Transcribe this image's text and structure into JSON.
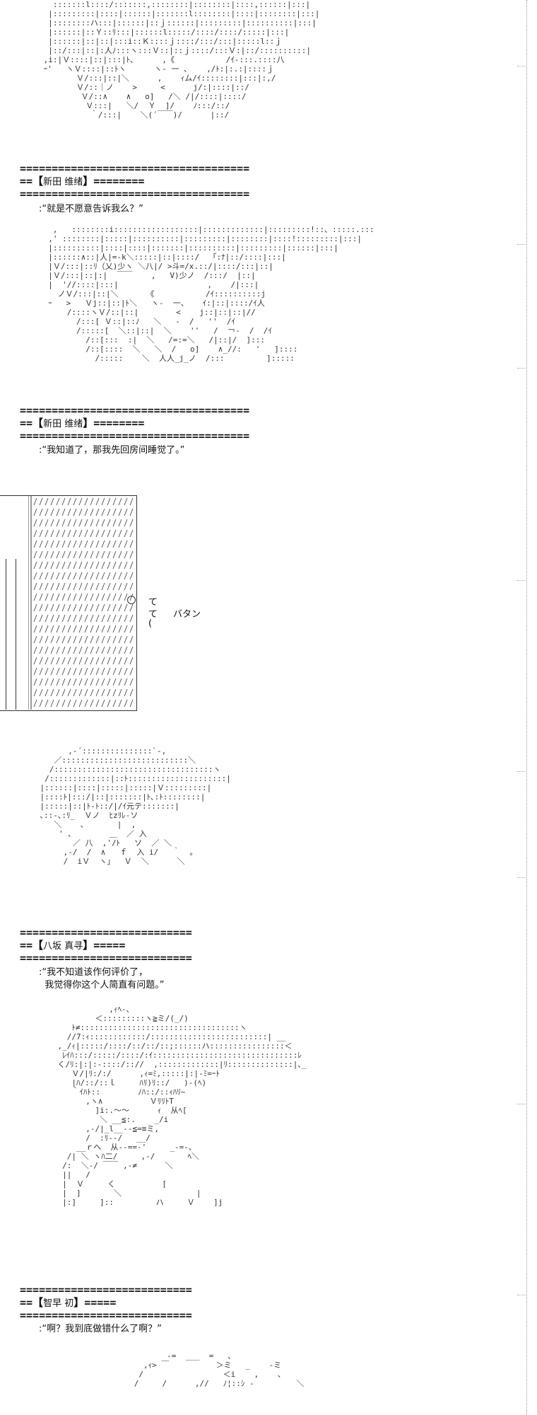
{
  "separator": "====================================",
  "speaker_prefix": "==【",
  "blocks": [
    {
      "speaker": "新田 维绪",
      "dialogue": ":“就是不愿意告诉我么？”"
    },
    {
      "speaker": "新田 维绪",
      "dialogue": ":“我知道了，那我先回房间睡觉了。”"
    },
    {
      "speaker": "八坂 真寻",
      "dialogue": ":“我不知道该作何评价了，\n  我觉得你这个人简直有问题。”"
    },
    {
      "speaker": "智早 初",
      "dialogue": ":“啊？我到底做错什么了啊？”"
    }
  ],
  "door_sfx": {
    "te1": "て",
    "te2": "て",
    "batan": "バタン",
    "paren": "("
  },
  "art": {
    "a1": "   :::::::l::::/:::::::,::::::::|::::::::|::::,::::::|:::|\n  |:::::::::|::::|::::::|:::::::l::::::::|::::|::::::::|:::|\n  |::::::::ハ:::|::::::|::ｊ::::::|:::::::::|::::::::::|:::|\n  |::::::|::Ｙ::ﾘ:::|::::::l:::::/::::/::::/:::::|:::|\n  |::::::|::|::|:::i::Ｋ::::ｊ::::/:::/:::|:::::l::ｊ\n  |::/:::|::|:人ﾉ:::ヽ:::Ｖ::|::ｊ::::/:::Ｖ:|::/::::::::::|\n ,i:|Ｖ::::|::|:::|ﾄ､      ,《           /ｲ-:::.::::八\n ｰ'   ヽＶ::::|::ﾄヽ      ヽ- 一 ､    ,/ﾄ:|:.:|::::ｊ\n        Ｖ/:::|::|＼      ,    ｨム/ｲ::::::::|:::|:,/\n        Ｖ/::｜ノ    >     <      j/:|::::|::/\n         Ｖ/::∧    ∧   o]   /＼ /|/::::|::::/\n          Ｖ:::|   ＼/  Ｙ  ]/    ﾉ:::/::/\n           ｀/:::|    ＼(´￣￣)/      |::/",
    "a2": "   ,   ::::::::i::::::::::::::::::|:::::::::::::|:::::::::!::、:::::.:::\n  ,' ::::::::|:::::|::::::::::|:::::::::|::::::::|::::!:::::::::|:::|\n  |::::::::::|::::|::::|:::::::|::::::::::|:::::::::|::::::|:::|\n  |::::::∧::|人|=-k＼:::::|::|::::/  「:ﾅ|::/::::|:::|\n  |Ｖ/:::|::ﾘ（乂)少ヽ ＼八|/ >斗=/x.::/|::::/:::|::|\n  |Ｖ/:::|::|:|  ￣￣    ,   V)少ノ  /:::/  |::|\n  |  '//::::|:::|                   ,    /|:::|\n    ノＶ/:::|::|＼      《           /ｲ::::::::::j\n  ｰ   >   Ｖj::|::|ﾄ＼   ヽ-  一、   ｲ:|::|::::/ｲ人\n      /::::ヽＶ/::|::|        <    j::|::|::|//\n        /:::[ Ｖ::|::ﾉ   ＼   -  /   ''  /ｲ\n        /:::::[  ＼::|::|  ＼    ''   /  ￢-  /  /ｲ\n          /::[:::  :|  ＼   /=:=＼   /|::|/  ]:::\n          /::[::::  ＼   ＼  /   o]    ∧_//:   '   ]::::\n            /:::::    ＼  人人_j_ノ  /:::         ]:::::",
    "a3": "          ,-´:::::::::::::::`-,\n       ／:::::::::::::::::::::::::::＼\n      /::::::::::::::::::::::::::::::::::ヽ\n     /:::::::::::::|::ﾄ:::::::::::::::::::::|\n    |::::::|::::|:::::|:::::|Ｖ:::::::::|\n    |::::ﾄ|:::/|::|:::::::|ﾄ､:ﾄ::::::::|\n    |:::::|::|ﾄ-ﾄ::/|/ｲ元テ:::::::|\n    ､::-､:ﾘ_  Ｖノ  ﾋzﾘﾚ-ソ\n       ＼    ､       |  ,\n        ' ､        ＿  ／ 入\n           ／ 八  ,'/ﾄ   ソ  ／ ＼\n         ,-/  /  ∧   ｆ  入 i/   ｀  。\n         /  iＶ  ヽ」  Ｖ  ＼      ＼",
    "a4": "               ,ｨﾍ‐､\n            ＜:::::::::ヽ≧ミ/(_/)\n       ﾄ≠::::::::::::::::::::::::::::::::::ヽ\n      //7:ｨ::::::::::::/:::::::::::::::::::::::::| __\n    ,_/ｨ|:::::/::::/::/::/::;::::::ハ::::::::::::::::＜\n     ﾚｲﾊ:::/:::::/::::/:ｲ:::::::::::::::::::::::::::::::ﾚ\n    く/ﾘ:|:|:-::::/:://  ,:::::::::::::|ﾘ::::::::::::::|､_\n       Ｖ/|ﾘ:/:/      ,ｨ=ﾐ,:::::|:|-ﾐ=ｰﾄ\n       |ﾊ/::/::ｌ     ﾊﾘ)ﾘ::/   )-(ﾍ)\n       ｀ｲﾊﾄ::        ﾉﾊ::/::ｨﾊﾘ~\n          ,ヽ∧          ＶﾘﾘﾄT\n            ]i:.～～      ｨ  从ﾍ[\n             ＼ __≦:.    _/i\n          ,-/|_l__--≦=≡ミ,\n          /  :ﾘ--/   __/\n        __ｒへ  从-‐==‐'     _-=-、\n      /| ＼ ヽﾊ二/     ,-/       ﾍ＼\n     /:  ＼-/ ￣￣ ,-≠      ＼\n     ||   /\n     |  Ｖ     く          [\n     |  ]       ＼                |\n     |:]     ]::         ハ     Ｖ    ]j",
    "a5": "             -=  ___  =   、\n        ,ｨ> ￣          ＞ミ   _    -ミ\n       /                 ＜i    ,    、\n      /     /      ,//   ﾉ¦::ｼ -         ＼"
  }
}
